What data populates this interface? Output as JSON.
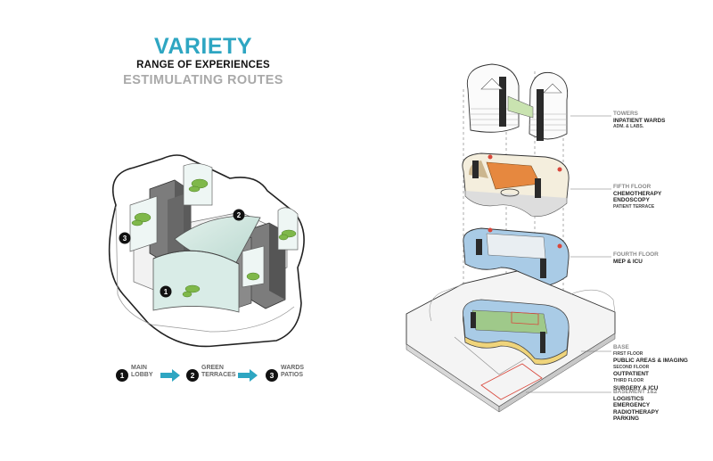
{
  "header": {
    "title": "VARIETY",
    "subtitle": "RANGE OF EXPERIENCES",
    "subtitle2": "ESTIMULATING ROUTES"
  },
  "markers": [
    "1",
    "2",
    "3"
  ],
  "legend": [
    {
      "num": "1",
      "line1": "MAIN",
      "line2": "LOBBY"
    },
    {
      "num": "2",
      "line1": "GREEN",
      "line2": "TERRACES"
    },
    {
      "num": "3",
      "line1": "WARDS",
      "line2": "PATIOS"
    }
  ],
  "labels": {
    "towers": {
      "heading": "TOWERS",
      "main": "INPATIENT WARDS",
      "small": "ADM. & LABS."
    },
    "fifth": {
      "heading": "FIFTH FLOOR",
      "main1": "CHEMOTHERAPY",
      "main2": "ENDOSCOPY",
      "small": "PATIENT TERRACE"
    },
    "fourth": {
      "heading": "FOURTH FLOOR",
      "main": "MEP & ICU"
    },
    "base": {
      "heading": "BASE",
      "f1": "FIRST FLOOR",
      "m1": "PUBLIC AREAS & IMAGING",
      "f2": "SECOND FLOOR",
      "m2": "OUTPATIENT",
      "f3": "THIRD FLOOR",
      "m3": "SURGERY & ICU"
    },
    "basement": {
      "heading": "BASEMENT 1&2",
      "l1": "LOGISTICS",
      "l2": "EMERGENCY",
      "l3": "RADIOTHERAPY",
      "l4": "PARKING"
    }
  },
  "colors": {
    "accent": "#2ea6c2",
    "green": "#c9e3b0",
    "orange": "#e6883f",
    "blue": "#a9cbe6",
    "red": "#d9473b"
  }
}
